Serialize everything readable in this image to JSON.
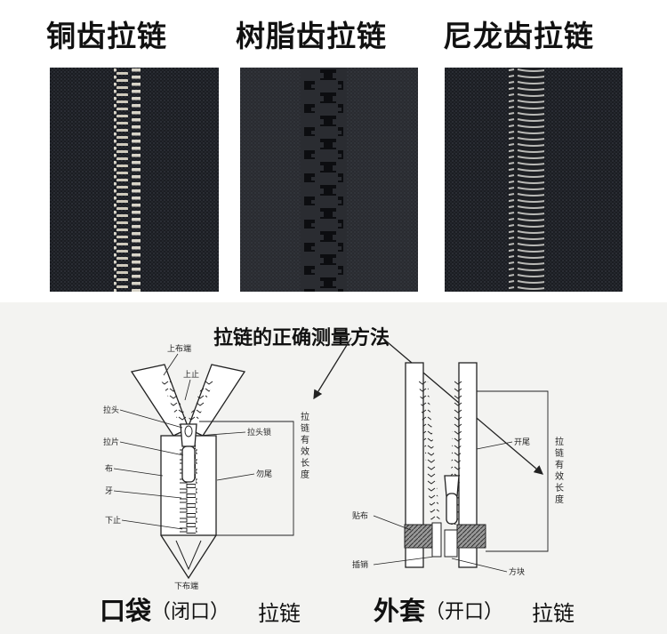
{
  "titles": {
    "copper": "铜齿拉链",
    "resin": "树脂齿拉链",
    "nylon": "尼龙齿拉链"
  },
  "measure_heading": "拉链的正确测量方法",
  "left_diagram": {
    "label_top_end": "上布端",
    "label_top_stop": "上止",
    "label_slider": "拉头",
    "label_pull_tab": "拉片",
    "label_tape": "布",
    "label_teeth": "牙",
    "label_bottom_stop": "下止",
    "label_bottom_end": "下布端",
    "label_slider_lock": "拉头锁",
    "label_tail": "勿尾",
    "label_effective_length": "拉链有效长度"
  },
  "right_diagram": {
    "label_open_tail": "开尾",
    "label_patch": "贴布",
    "label_pin": "插销",
    "label_box": "方块",
    "label_effective_length": "拉链有效长度"
  },
  "captions": {
    "pocket_main": "口袋",
    "pocket_paren": "（闭口）",
    "pocket_word": "拉链",
    "jacket_main": "外套",
    "jacket_paren": "（开口）",
    "jacket_word": "拉链"
  }
}
